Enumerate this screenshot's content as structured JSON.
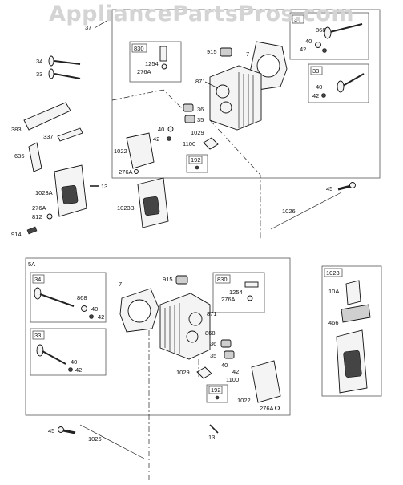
{
  "watermark": "AppliancePartsPros.com",
  "upper": {
    "group_labels": {
      "assembly_ref": "37",
      "valve_set_intake": "34",
      "valve_set_exhaust": "33",
      "breather_kit": "830",
      "screw_kit": "192"
    },
    "labels": {
      "p868": "868",
      "p40a": "40",
      "p42a": "42",
      "p40b": "40",
      "p42b": "42",
      "p915": "915",
      "p7": "7",
      "p1254": "1254",
      "p276a_1": "276A",
      "p34": "34",
      "p33": "33",
      "p871": "871",
      "p36": "36",
      "p35": "35",
      "p40c": "40",
      "p42c": "42",
      "p1029": "1029",
      "p1100": "1100",
      "p383": "383",
      "p337": "337",
      "p635": "635",
      "p1022": "1022",
      "p276a_2": "276A",
      "p1023a": "1023A",
      "p13": "13",
      "p1023b": "1023B",
      "p276a_3": "276A",
      "p812": "812",
      "p914": "914",
      "p45": "45",
      "p1026": "1026"
    }
  },
  "lower": {
    "group_labels": {
      "assembly": "5A",
      "valve_set_intake": "34",
      "valve_set_exhaust": "33",
      "breather_kit": "830",
      "screw_kit": "192",
      "cover_kit": "1023"
    },
    "labels": {
      "p868": "868",
      "p40a": "40",
      "p42a": "42",
      "p40b": "40",
      "p42b": "42",
      "p7": "7",
      "p915": "915",
      "p1254": "1254",
      "p276a_1": "276A",
      "p871": "871",
      "p868b": "868",
      "p36": "36",
      "p35": "35",
      "p40c": "40",
      "p42c": "42",
      "p1029": "1029",
      "p1100": "1100",
      "p1022": "1022",
      "p276a_2": "276A",
      "p45": "45",
      "p1026": "1026",
      "p13": "13",
      "p10a": "10A",
      "p466": "466"
    }
  }
}
